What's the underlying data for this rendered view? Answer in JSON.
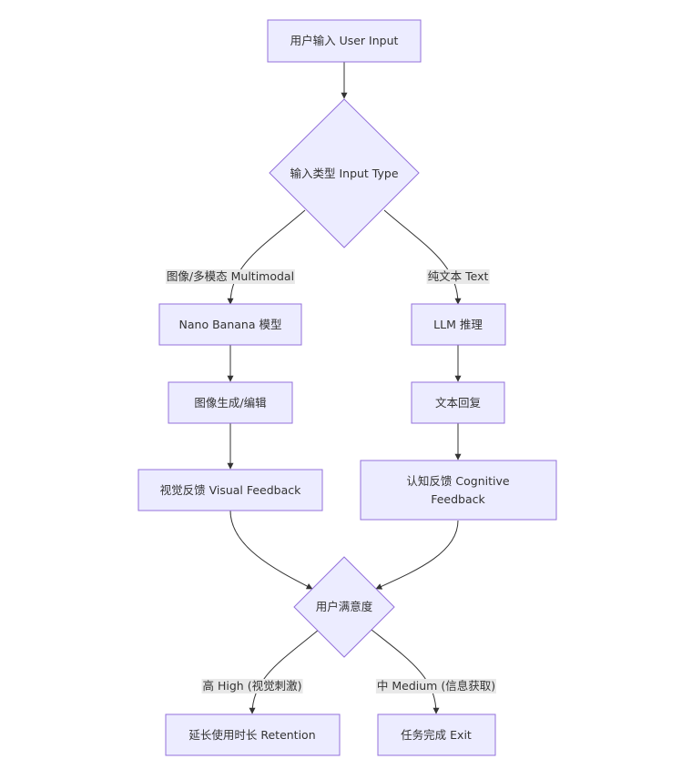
{
  "diagram": {
    "nodes": {
      "user_input": "用户输入 User Input",
      "input_type": "输入类型 Input Type",
      "nano_banana": "Nano Banana 模型",
      "image_gen": "图像生成/编辑",
      "visual_feedback": "视觉反馈 Visual Feedback",
      "llm_reasoning": "LLM 推理",
      "text_reply": "文本回复",
      "cognitive_feedback": "认知反馈 Cognitive Feedback",
      "satisfaction": "用户满意度",
      "retention": "延长使用时长 Retention",
      "exit": "任务完成 Exit"
    },
    "edges": {
      "multimodal": "图像/多模态 Multimodal",
      "text": "纯文本 Text",
      "high": "高 High (视觉刺激)",
      "medium": "中 Medium (信息获取)"
    }
  },
  "colors": {
    "node_fill": "#ECECFF",
    "node_stroke": "#9370DB",
    "edge": "#333333",
    "edge_label_bg": "#e8e8e8"
  }
}
